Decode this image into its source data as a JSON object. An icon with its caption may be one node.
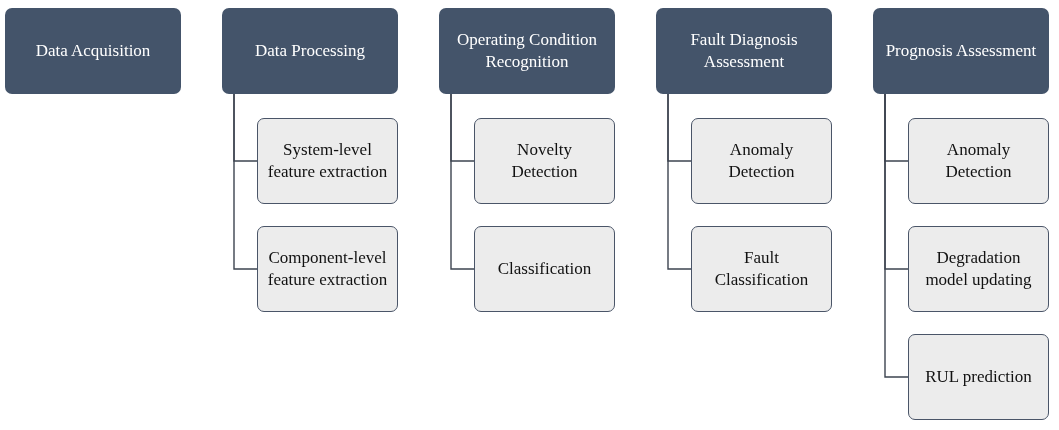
{
  "diagram": {
    "nodes": [
      {
        "text": [
          "Data Acquisition"
        ]
      },
      {
        "text": [
          "Data Processing"
        ]
      },
      {
        "text": [
          "System-level feature extraction"
        ]
      },
      {
        "text": [
          "Component-level feature extraction"
        ]
      },
      {
        "text": [
          "Operating Condition Recognition"
        ]
      },
      {
        "text": [
          "Novelty Detection"
        ]
      },
      {
        "text": [
          "Classification"
        ]
      },
      {
        "text": [
          "Fault Diagnosis Assessment"
        ]
      },
      {
        "text": [
          "Anomaly Detection"
        ]
      },
      {
        "text": [
          "Fault Classification"
        ]
      },
      {
        "text": [
          "Prognosis Assessment"
        ]
      },
      {
        "text": [
          "Anomaly Detection"
        ]
      },
      {
        "text": [
          "Degradation model updating"
        ]
      },
      {
        "text": [
          "RUL prediction"
        ]
      }
    ],
    "edges": [
      {
        "from": 1,
        "to": 2,
        "arrow": "none"
      },
      {
        "from": 1,
        "to": 3,
        "arrow": "none"
      },
      {
        "from": 4,
        "to": 5,
        "arrow": "none"
      },
      {
        "from": 4,
        "to": 6,
        "arrow": "none"
      },
      {
        "from": 7,
        "to": 8,
        "arrow": "none"
      },
      {
        "from": 7,
        "to": 9,
        "arrow": "none"
      },
      {
        "from": 10,
        "to": 11,
        "arrow": "none"
      },
      {
        "from": 10,
        "to": 12,
        "arrow": "none"
      },
      {
        "from": 10,
        "to": 13,
        "arrow": "none"
      }
    ]
  }
}
